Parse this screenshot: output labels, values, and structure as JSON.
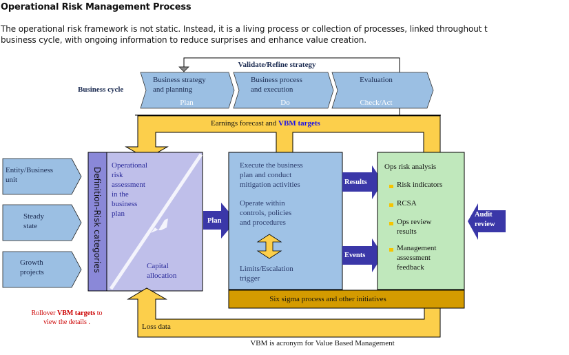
{
  "page": {
    "title": "Operational Risk Management Process",
    "intro_line1": "The operational risk framework is not static. Instead, it is a living process or collection of processes, linked throughout t",
    "intro_line2": "business cycle, with ongoing information to reduce surprises and enhance value creation."
  },
  "diagram": {
    "colors": {
      "chevron_blue": "#9bbfe3",
      "yellow": "#fccf4b",
      "lavender": "#bfbfea",
      "lavender_dark": "#8a88d8",
      "exec_blue": "#9fc2e6",
      "green": "#c0e8bc",
      "navy_arrow": "#3a37a8",
      "six_sigma": "#d49b00",
      "bullet": "#f5c400",
      "vbm_link": "#1a10e8",
      "rollover_red": "#cc0000"
    },
    "feedback_loop_label": "Validate/Refine strategy",
    "business_cycle_label": "Business cycle",
    "cycle_stages": [
      {
        "line1": "Business strategy",
        "line2": "and planning",
        "phase": "Plan"
      },
      {
        "line1": "Business process",
        "line2": "and execution",
        "phase": "Do"
      },
      {
        "line1": "Evaluation",
        "line2": "",
        "phase": "Check/Act"
      }
    ],
    "earnings_label_prefix": "Earnings forecast and ",
    "earnings_label_link": "VBM targets",
    "inputs": [
      {
        "line1": "Entity/Business",
        "line2": "unit"
      },
      {
        "line1": "Steady",
        "line2": "state"
      },
      {
        "line1": "Growth",
        "line2": "projects"
      }
    ],
    "definition_label": "Definition-Risk categories",
    "assessment_lines": [
      "Operational",
      "risk",
      "assessment",
      "in the",
      "business",
      "plan"
    ],
    "capital_lines": [
      "Capital",
      "allocation"
    ],
    "plan_arrow_label": "Plan",
    "execute_lines": [
      "Execute the business",
      "plan and conduct",
      "mitigation activities"
    ],
    "operate_lines": [
      "Operate within",
      "controls, policies",
      "and procedures"
    ],
    "limits_lines": [
      "Limits/Escalation",
      "trigger"
    ],
    "results_label": "Results",
    "events_label": "Events",
    "analysis_title": "Ops risk analysis",
    "analysis_items": [
      {
        "lines": [
          "Risk indicators"
        ]
      },
      {
        "lines": [
          "RCSA"
        ]
      },
      {
        "lines": [
          "Ops review",
          "results"
        ]
      },
      {
        "lines": [
          "Management",
          "assessment",
          "feedback"
        ]
      }
    ],
    "audit_lines": [
      "Audit",
      "review"
    ],
    "six_sigma_label": "Six sigma process and other initiatives",
    "loss_data_label": "Loss data",
    "rollover_prefix": "Rollover ",
    "rollover_link": "VBM targets",
    "rollover_suffix": " to",
    "rollover_line2": "view the details .",
    "footnote": "VBM is acronym for Value Based Management"
  }
}
